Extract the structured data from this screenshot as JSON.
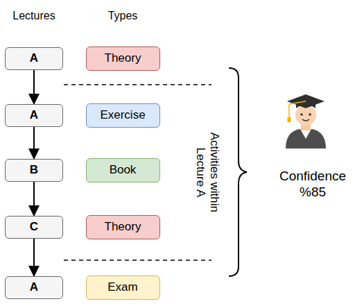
{
  "diagram": {
    "nodes": [
      {
        "text": [
          "A"
        ]
      },
      {
        "text": [
          "Theory"
        ]
      },
      {
        "text": [
          "A"
        ]
      },
      {
        "text": [
          "Exercise"
        ]
      },
      {
        "text": [
          "B"
        ]
      },
      {
        "text": [
          "Book"
        ]
      },
      {
        "text": [
          "C"
        ]
      },
      {
        "text": [
          "Theory"
        ]
      },
      {
        "text": [
          "A"
        ]
      },
      {
        "text": [
          "Exam"
        ]
      }
    ],
    "edges": [
      {
        "from": 0,
        "to": 2,
        "arrow": "to"
      },
      {
        "from": 2,
        "to": 4,
        "arrow": "to"
      },
      {
        "from": 4,
        "to": 6,
        "arrow": "to"
      },
      {
        "from": 6,
        "to": 8,
        "arrow": "to"
      }
    ],
    "labels": [
      "Lectures",
      "Types",
      "Activities within Lecture A",
      "Confidence %85"
    ]
  }
}
